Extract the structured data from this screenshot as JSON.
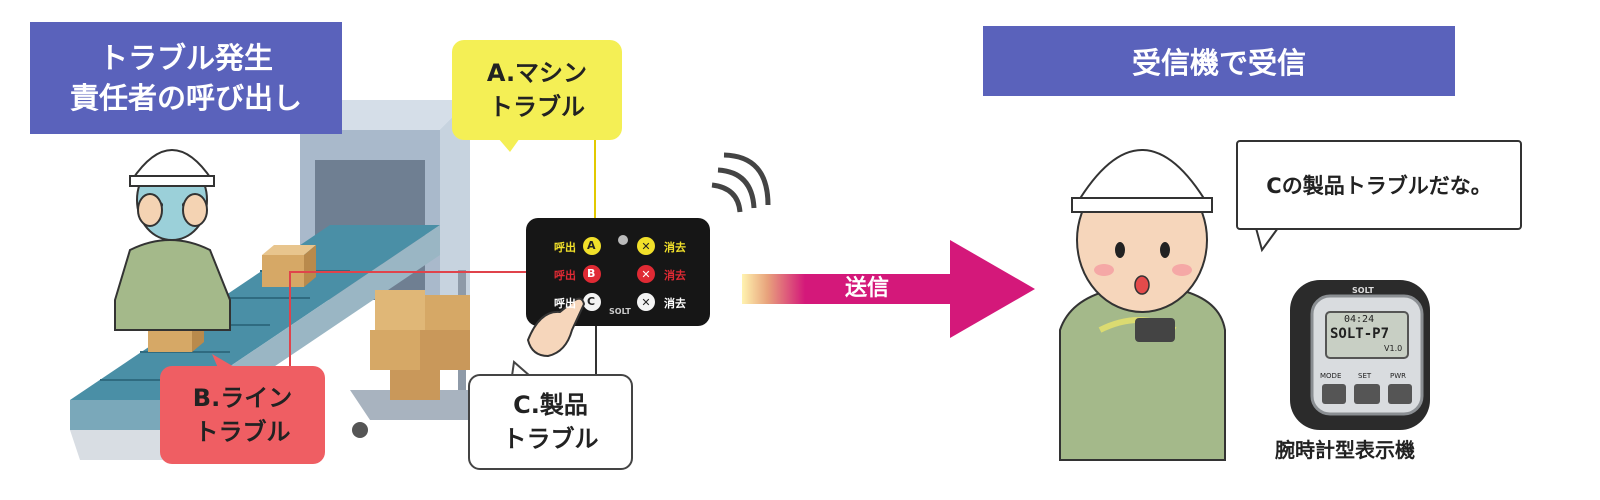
{
  "left_title": {
    "line1": "トラブル発生",
    "line2": "責任者の呼び出し"
  },
  "right_title": "受信機で受信",
  "callouts": {
    "a": {
      "line1": "A.マシン",
      "line2": "トラブル"
    },
    "b": {
      "line1": "B.ライン",
      "line2": "トラブル"
    },
    "c": {
      "line1": "C.製品",
      "line2": "トラブル"
    }
  },
  "transmitter": {
    "call_label": "呼出",
    "clear_label": "消去",
    "buttons": [
      "A",
      "B",
      "C"
    ],
    "brand": "SOLT"
  },
  "send_label": "送信",
  "speech_bubble": "Cの製品トラブルだな。",
  "watch": {
    "brand": "SOLT",
    "screen_top": "04:24",
    "screen_model": "SOLT-P7",
    "screen_sub": "V1.0",
    "button_labels": [
      "MODE",
      "SET",
      "PWR"
    ],
    "caption": "腕時計型表示機"
  },
  "colors": {
    "title_bg": "#5a62bb",
    "callout_a": "#f4ef55",
    "callout_b": "#ef5e63",
    "arrow": "#d4187a"
  }
}
